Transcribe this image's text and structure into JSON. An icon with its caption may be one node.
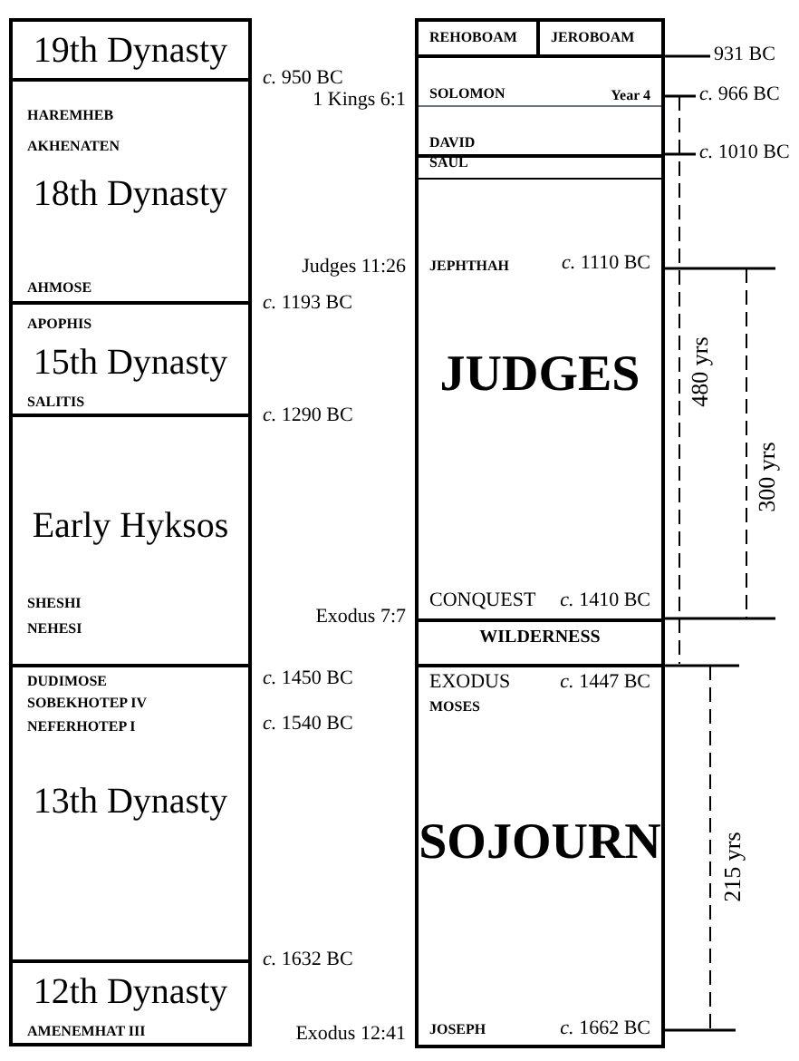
{
  "diagram": {
    "nodes": [
      {
        "text": [
          "19th Dynasty"
        ]
      },
      {
        "text": [
          "HAREMHEB",
          "AKHENATEN",
          "18th Dynasty",
          "AHMOSE"
        ]
      },
      {
        "text": [
          "APOPHIS",
          "15th Dynasty",
          "SALITIS"
        ]
      },
      {
        "text": [
          "Early Hyksos",
          "SHESHI",
          "NEHESI"
        ]
      },
      {
        "text": [
          "DUDIMOSE",
          "SOBEKHOTEP IV",
          "NEFERHOTEP I",
          "13th Dynasty"
        ]
      },
      {
        "text": [
          "12th Dynasty",
          "AMENEMHAT III"
        ]
      },
      {
        "text": [
          "REHOBOAM"
        ]
      },
      {
        "text": [
          "JEROBOAM"
        ]
      },
      {
        "text": [
          "SOLOMON",
          "Year 4"
        ]
      },
      {
        "text": [
          "DAVID"
        ]
      },
      {
        "text": [
          "SAUL"
        ]
      },
      {
        "text": [
          "JEPHTHAH",
          "*c.* 1110 BC",
          "JUDGES",
          "CONQUEST",
          "*c.* 1410 BC"
        ]
      },
      {
        "text": [
          "WILDERNESS"
        ]
      },
      {
        "text": [
          "EXODUS",
          "*c.* 1447 BC",
          "MOSES",
          "SOJOURN",
          "JOSEPH",
          "*c.* 1662 BC"
        ]
      }
    ],
    "labels": [
      "*c.* 950 BC",
      "931 BC",
      "1 Kings 6:1",
      "*c.* 966 BC",
      "*c.* 1010 BC",
      "Judges 11:26",
      "*c.* 1193 BC",
      "*c.* 1290 BC",
      "480 yrs",
      "300 yrs",
      "Exodus 7:7",
      "*c.* 1450 BC",
      "*c.* 1540 BC",
      "215 yrs",
      "*c.* 1632 BC",
      "Exodus 12:41"
    ]
  }
}
